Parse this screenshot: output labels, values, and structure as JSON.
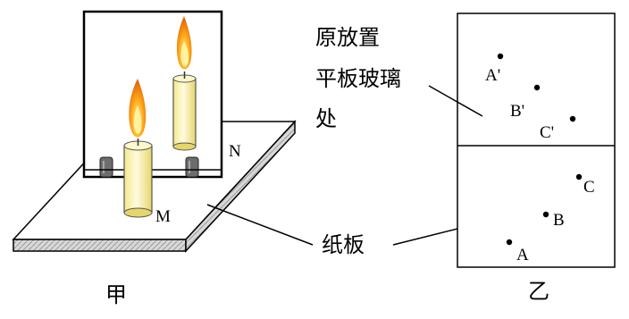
{
  "figure_jia": {
    "caption": "甲",
    "label_M": "M",
    "label_N": "N"
  },
  "figure_yi": {
    "caption": "乙",
    "points_top": [
      "A'",
      "B'",
      "C'"
    ],
    "points_bottom": [
      "A",
      "B",
      "C"
    ]
  },
  "annotations": {
    "glass_line1": "原放置",
    "glass_line2": "平板玻璃",
    "glass_line3": "处",
    "paper": "纸板"
  }
}
